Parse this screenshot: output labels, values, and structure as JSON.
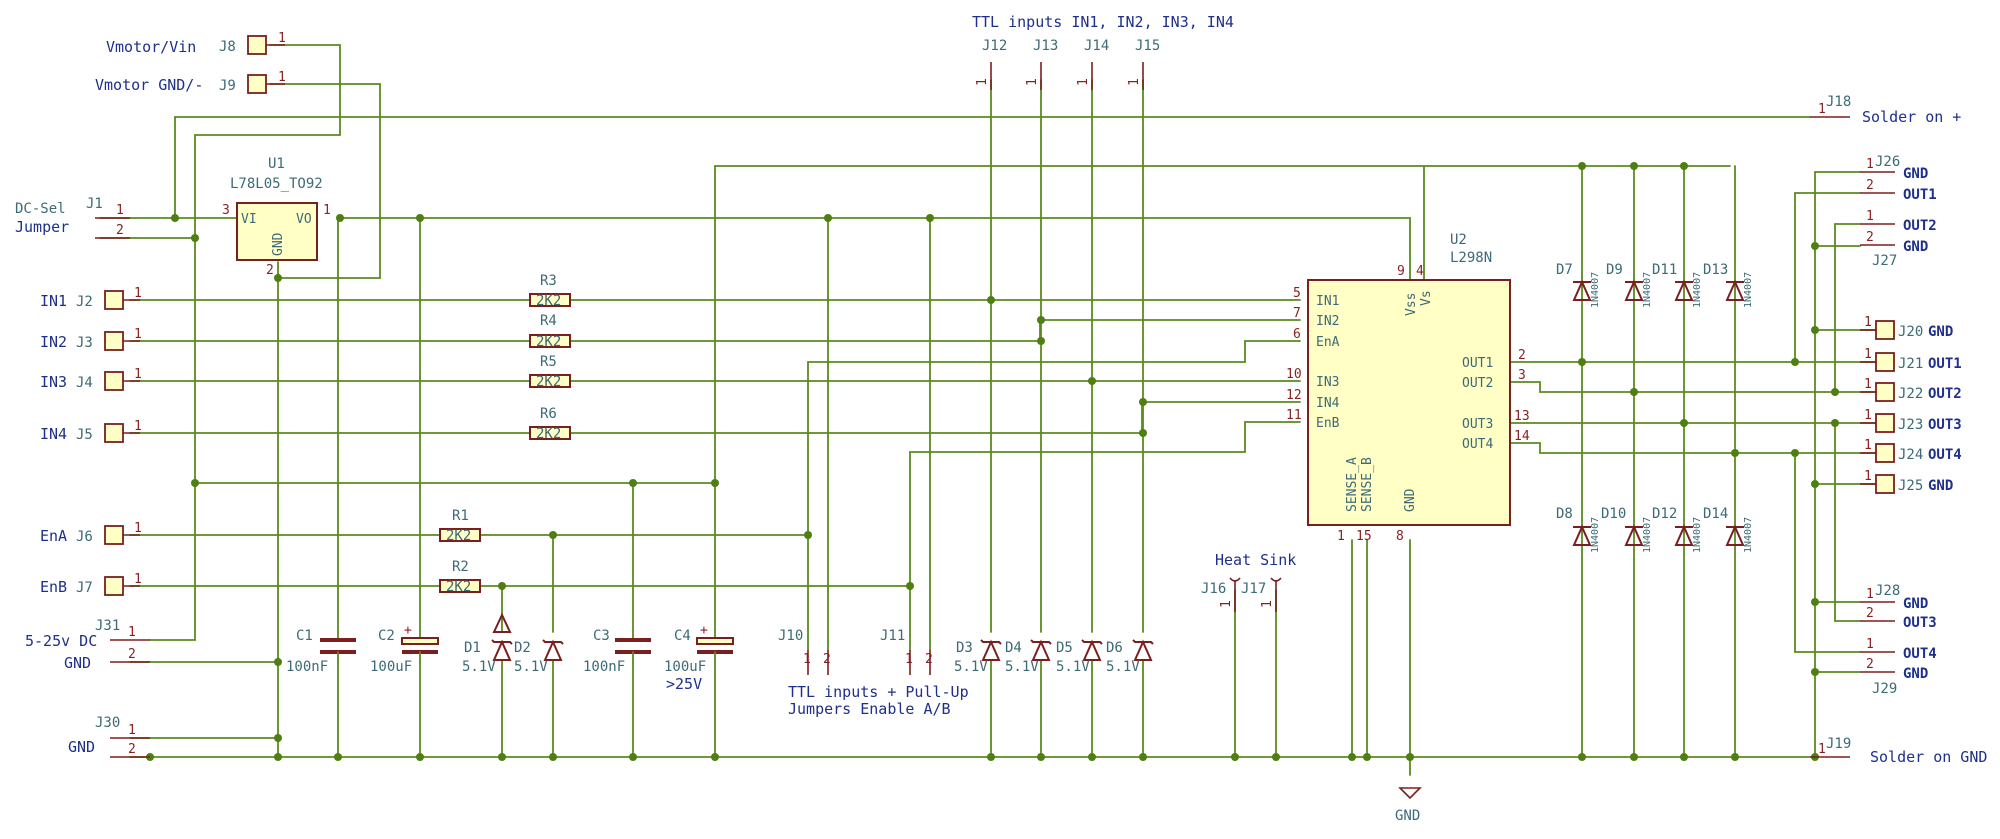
{
  "connectors_left": [
    {
      "ref": "J8",
      "label": "Vmotor/Vin",
      "pin": "1"
    },
    {
      "ref": "J9",
      "label": "Vmotor GND/-",
      "pin": "1"
    },
    {
      "ref": "J1",
      "label": "DC-Sel",
      "label2": "Jumper",
      "pins": [
        "1",
        "2"
      ]
    },
    {
      "ref": "J2",
      "label": "IN1",
      "pin": "1"
    },
    {
      "ref": "J3",
      "label": "IN2",
      "pin": "1"
    },
    {
      "ref": "J4",
      "label": "IN3",
      "pin": "1"
    },
    {
      "ref": "J5",
      "label": "IN4",
      "pin": "1"
    },
    {
      "ref": "J6",
      "label": "EnA",
      "pin": "1"
    },
    {
      "ref": "J7",
      "label": "EnB",
      "pin": "1"
    },
    {
      "ref": "J31",
      "label": "5-25v DC",
      "label2": "GND",
      "pins": [
        "1",
        "2"
      ]
    },
    {
      "ref": "J30",
      "label": "GND",
      "pins": [
        "1",
        "2"
      ]
    }
  ],
  "regulator": {
    "ref": "U1",
    "value": "L78L05_TO92",
    "pin_vi": "VI",
    "pin_vo": "VO",
    "pin_gnd": "GND",
    "n_vi": "3",
    "n_vo": "1",
    "n_gnd": "2"
  },
  "resistors": [
    {
      "ref": "R3",
      "value": "2K2"
    },
    {
      "ref": "R4",
      "value": "2K2"
    },
    {
      "ref": "R5",
      "value": "2K2"
    },
    {
      "ref": "R6",
      "value": "2K2"
    },
    {
      "ref": "R1",
      "value": "2K2"
    },
    {
      "ref": "R2",
      "value": "2K2"
    }
  ],
  "capacitors": [
    {
      "ref": "C1",
      "value": "100nF"
    },
    {
      "ref": "C2",
      "value": "100uF"
    },
    {
      "ref": "C3",
      "value": "100nF"
    },
    {
      "ref": "C4",
      "value": "100uF",
      "value2": ">25V"
    }
  ],
  "zeners": [
    {
      "ref": "D1",
      "value": "5.1V"
    },
    {
      "ref": "D2",
      "value": "5.1V"
    },
    {
      "ref": "D3",
      "value": "5.1V"
    },
    {
      "ref": "D4",
      "value": "5.1V"
    },
    {
      "ref": "D5",
      "value": "5.1V"
    },
    {
      "ref": "D6",
      "value": "5.1V"
    }
  ],
  "ttl_header": "TTL inputs IN1, IN2, IN3, IN4",
  "ttl_connectors": [
    "J12",
    "J13",
    "J14",
    "J15"
  ],
  "ttl_pin": "1",
  "jumpers": [
    {
      "ref": "J10"
    },
    {
      "ref": "J11"
    }
  ],
  "jumper_note_1": "TTL inputs + Pull-Up",
  "jumper_note_2": "Jumpers Enable A/B",
  "heat_sink": {
    "label": "Heat Sink",
    "refs": [
      "J16",
      "J17"
    ],
    "pin": "1"
  },
  "driver": {
    "ref": "U2",
    "value": "L298N",
    "left_pins": [
      {
        "name": "IN1",
        "num": "5"
      },
      {
        "name": "IN2",
        "num": "7"
      },
      {
        "name": "EnA",
        "num": "6"
      },
      {
        "name": "IN3",
        "num": "10"
      },
      {
        "name": "IN4",
        "num": "12"
      },
      {
        "name": "EnB",
        "num": "11"
      }
    ],
    "right_pins": [
      {
        "name": "OUT1",
        "num": "2"
      },
      {
        "name": "OUT2",
        "num": "3"
      },
      {
        "name": "OUT3",
        "num": "13"
      },
      {
        "name": "OUT4",
        "num": "14"
      }
    ],
    "top_pins": [
      {
        "name": "Vss",
        "num": "9"
      },
      {
        "name": "Vs",
        "num": "4"
      }
    ],
    "bottom_pins": [
      {
        "name": "SENSE_A",
        "num": "1"
      },
      {
        "name": "SENSE_B",
        "num": "15"
      },
      {
        "name": "GND",
        "num": "8"
      }
    ]
  },
  "flyback_top": [
    "D7",
    "D9",
    "D11",
    "D13"
  ],
  "flyback_bottom": [
    "D8",
    "D10",
    "D12",
    "D14"
  ],
  "flyback_value": "1N4007",
  "outputs_right": [
    {
      "ref": "J20",
      "label": "GND",
      "pin": "1"
    },
    {
      "ref": "J21",
      "label": "OUT1",
      "pin": "1"
    },
    {
      "ref": "J22",
      "label": "OUT2",
      "pin": "1"
    },
    {
      "ref": "J23",
      "label": "OUT3",
      "pin": "1"
    },
    {
      "ref": "J24",
      "label": "OUT4",
      "pin": "1"
    },
    {
      "ref": "J25",
      "label": "GND",
      "pin": "1"
    }
  ],
  "headers_right": [
    {
      "ref": "J26",
      "labels": [
        "GND",
        "OUT1"
      ],
      "pins": [
        "1",
        "2"
      ]
    },
    {
      "ref": "J27",
      "labels": [
        "OUT2",
        "GND"
      ],
      "pins": [
        "1",
        "2"
      ]
    },
    {
      "ref": "J28",
      "labels": [
        "GND",
        "OUT3"
      ],
      "pins": [
        "1",
        "2"
      ]
    },
    {
      "ref": "J29",
      "labels": [
        "OUT4",
        "GND"
      ],
      "pins": [
        "1",
        "2"
      ]
    }
  ],
  "j18": {
    "ref": "J18",
    "label": "Solder on +",
    "pin": "1"
  },
  "j19": {
    "ref": "J19",
    "label": "Solder on GND",
    "pin": "1"
  },
  "gnd_symbol": "GND",
  "pin_one": "1",
  "pin_two": "2"
}
